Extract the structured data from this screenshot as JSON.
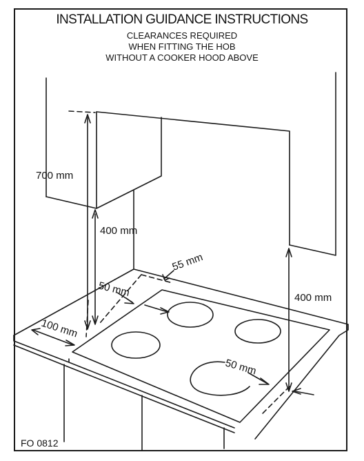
{
  "header": {
    "title": "INSTALLATION GUIDANCE INSTRUCTIONS",
    "subtitle_line1": "CLEARANCES REQUIRED",
    "subtitle_line2": "WHEN FITTING THE HOB",
    "subtitle_line3": "WITHOUT A COOKER HOOD ABOVE"
  },
  "dimensions": {
    "cabinet_height": "700 mm",
    "cabinet_clearance": "400 mm",
    "right_wall_clearance": "400 mm",
    "rear_gap": "55 mm",
    "rear_hob_offset": "50 mm",
    "front_offset": "100 mm",
    "burner_offset": "50 mm"
  },
  "footer": {
    "code": "FO 0812"
  },
  "colors": {
    "line": "#1a1a1a",
    "background": "#ffffff"
  }
}
